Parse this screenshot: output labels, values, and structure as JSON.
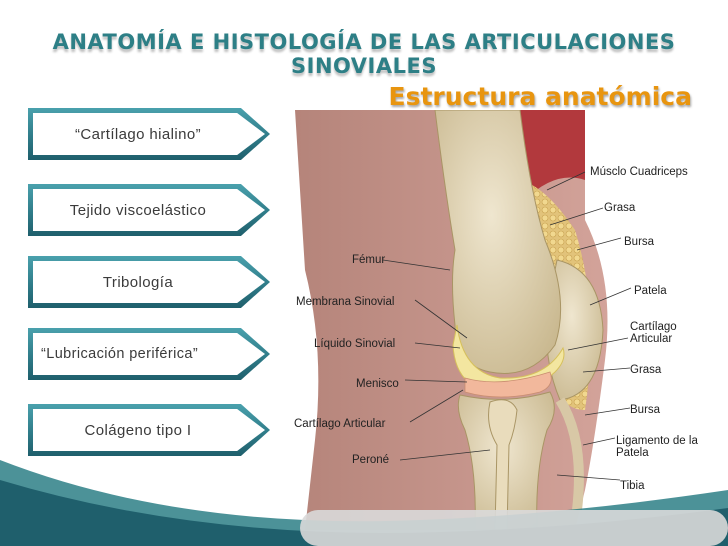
{
  "title": "Anatomía e histología de las articulaciones sinoviales",
  "subtitle": "Estructura anatómica",
  "concepts": [
    "“Cartílago hialino”",
    "Tejido viscoelástico",
    "Tribología",
    "“Lubricación periférica”",
    "Colágeno tipo I"
  ],
  "labels": {
    "musculo": "Músclo Cuadriceps",
    "grasa1": "Grasa",
    "bursa1": "Bursa",
    "patela": "Patela",
    "cartilago_articular_r": "Cartílago Articular",
    "grasa2": "Grasa",
    "bursa2": "Bursa",
    "ligamento": "Ligamento de la Patela",
    "tibia": "Tibia",
    "femur": "Fémur",
    "membrana": "Membrana Sinovial",
    "liquido": "Líquido Sinovial",
    "menisco": "Menisco",
    "cartilago_articular_l": "Cartílago Articular",
    "perone": "Peroné"
  },
  "colors": {
    "teal": "#2d7f86",
    "orange": "#e8950f"
  }
}
